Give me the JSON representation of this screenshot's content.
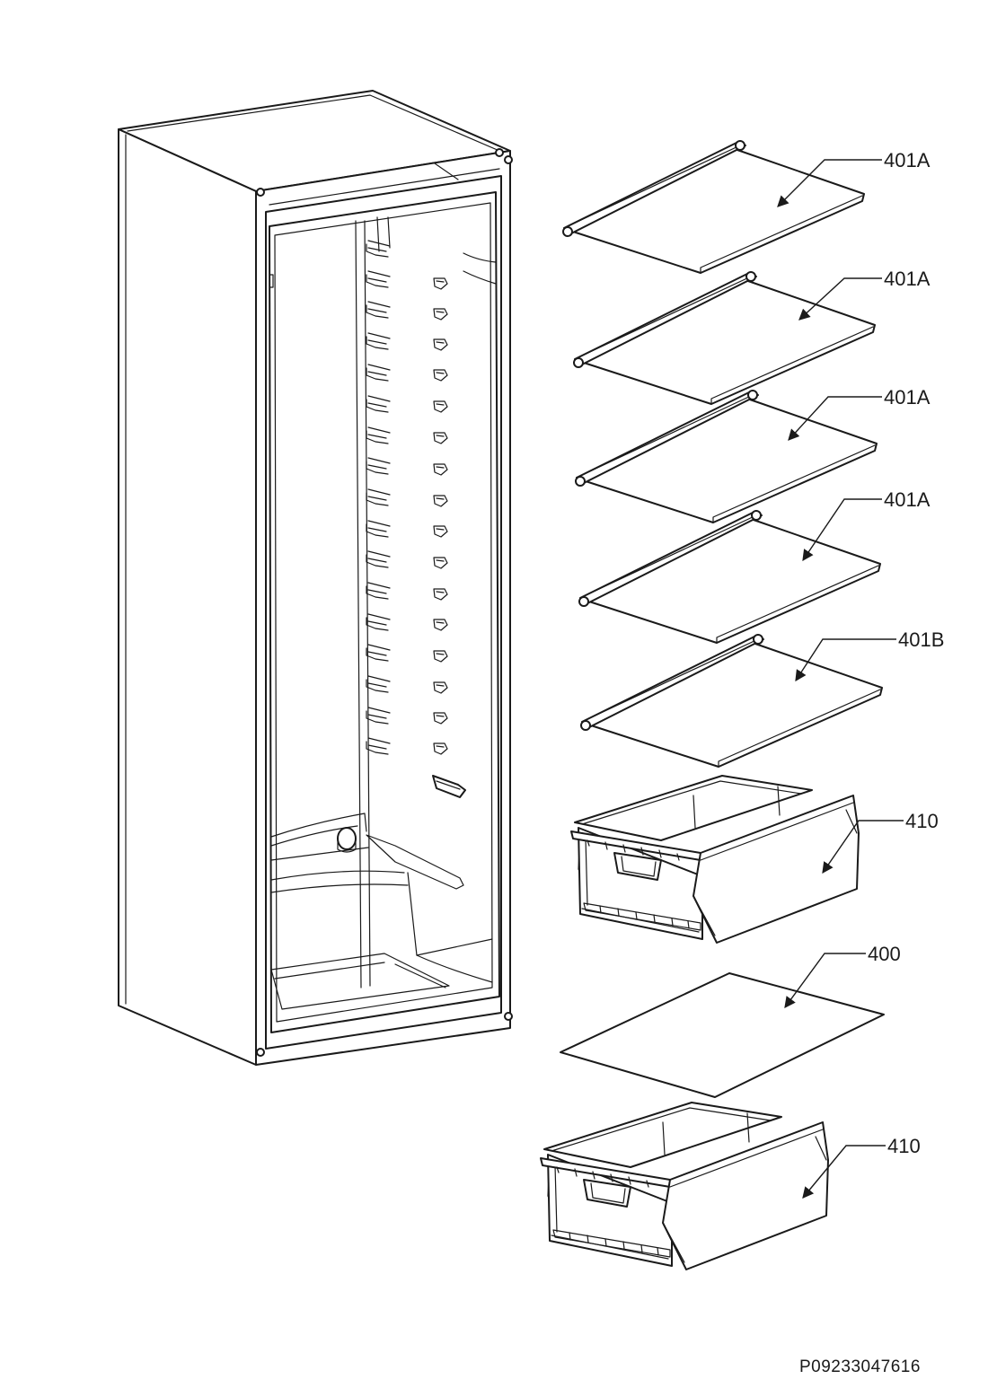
{
  "callouts": [
    {
      "part": "401A"
    },
    {
      "part": "401A"
    },
    {
      "part": "401A"
    },
    {
      "part": "401A"
    },
    {
      "part": "401B"
    },
    {
      "part": "410"
    },
    {
      "part": "400"
    },
    {
      "part": "410"
    }
  ],
  "document_id": "P09233047616"
}
